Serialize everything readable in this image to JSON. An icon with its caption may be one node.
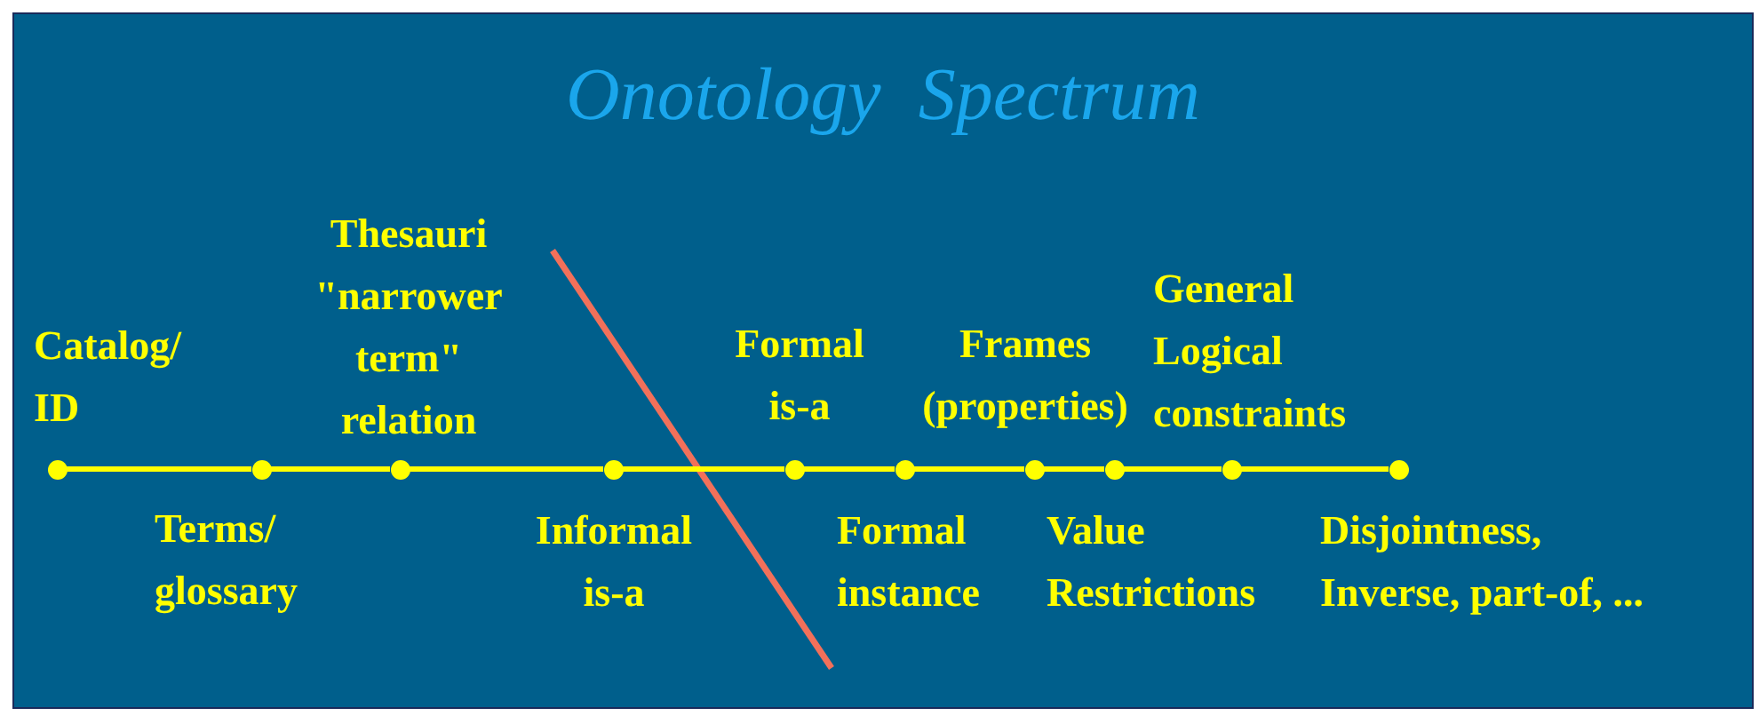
{
  "diagram": {
    "title": "Onotology  Spectrum",
    "nodes": [
      {
        "text": [],
        "shape": "circle",
        "beside": [
          "Catalog/ ID"
        ]
      },
      {
        "text": [],
        "shape": "circle",
        "beside": [
          "Terms/ glossary"
        ]
      },
      {
        "text": [],
        "shape": "circle",
        "beside": [
          "Thesauri \"narrower term\" relation"
        ]
      },
      {
        "text": [],
        "shape": "circle",
        "beside": [
          "Informal is-a"
        ]
      },
      {
        "text": [],
        "shape": "circle",
        "beside": [
          "Formal is-a"
        ]
      },
      {
        "text": [],
        "shape": "circle",
        "beside": [
          "Formal instance"
        ]
      },
      {
        "text": [],
        "shape": "circle",
        "beside": [
          "Frames (properties)"
        ]
      },
      {
        "text": [],
        "shape": "circle",
        "beside": [
          "Value Restrictions"
        ]
      },
      {
        "text": [],
        "shape": "circle",
        "beside": [
          "General Logical constraints"
        ]
      },
      {
        "text": [],
        "shape": "circle",
        "beside": [
          "Disjointness, Inverse, part-of, ..."
        ]
      }
    ],
    "edges": [
      {
        "from": 0,
        "to": 1,
        "arrow": "none"
      },
      {
        "from": 1,
        "to": 2,
        "arrow": "none"
      },
      {
        "from": 2,
        "to": 3,
        "arrow": "none"
      },
      {
        "from": 3,
        "to": 4,
        "arrow": "none"
      },
      {
        "from": 4,
        "to": 5,
        "arrow": "none"
      },
      {
        "from": 5,
        "to": 6,
        "arrow": "none"
      },
      {
        "from": 6,
        "to": 7,
        "arrow": "none"
      },
      {
        "from": 7,
        "to": 8,
        "arrow": "none"
      },
      {
        "from": 8,
        "to": 9,
        "arrow": "none"
      }
    ]
  }
}
